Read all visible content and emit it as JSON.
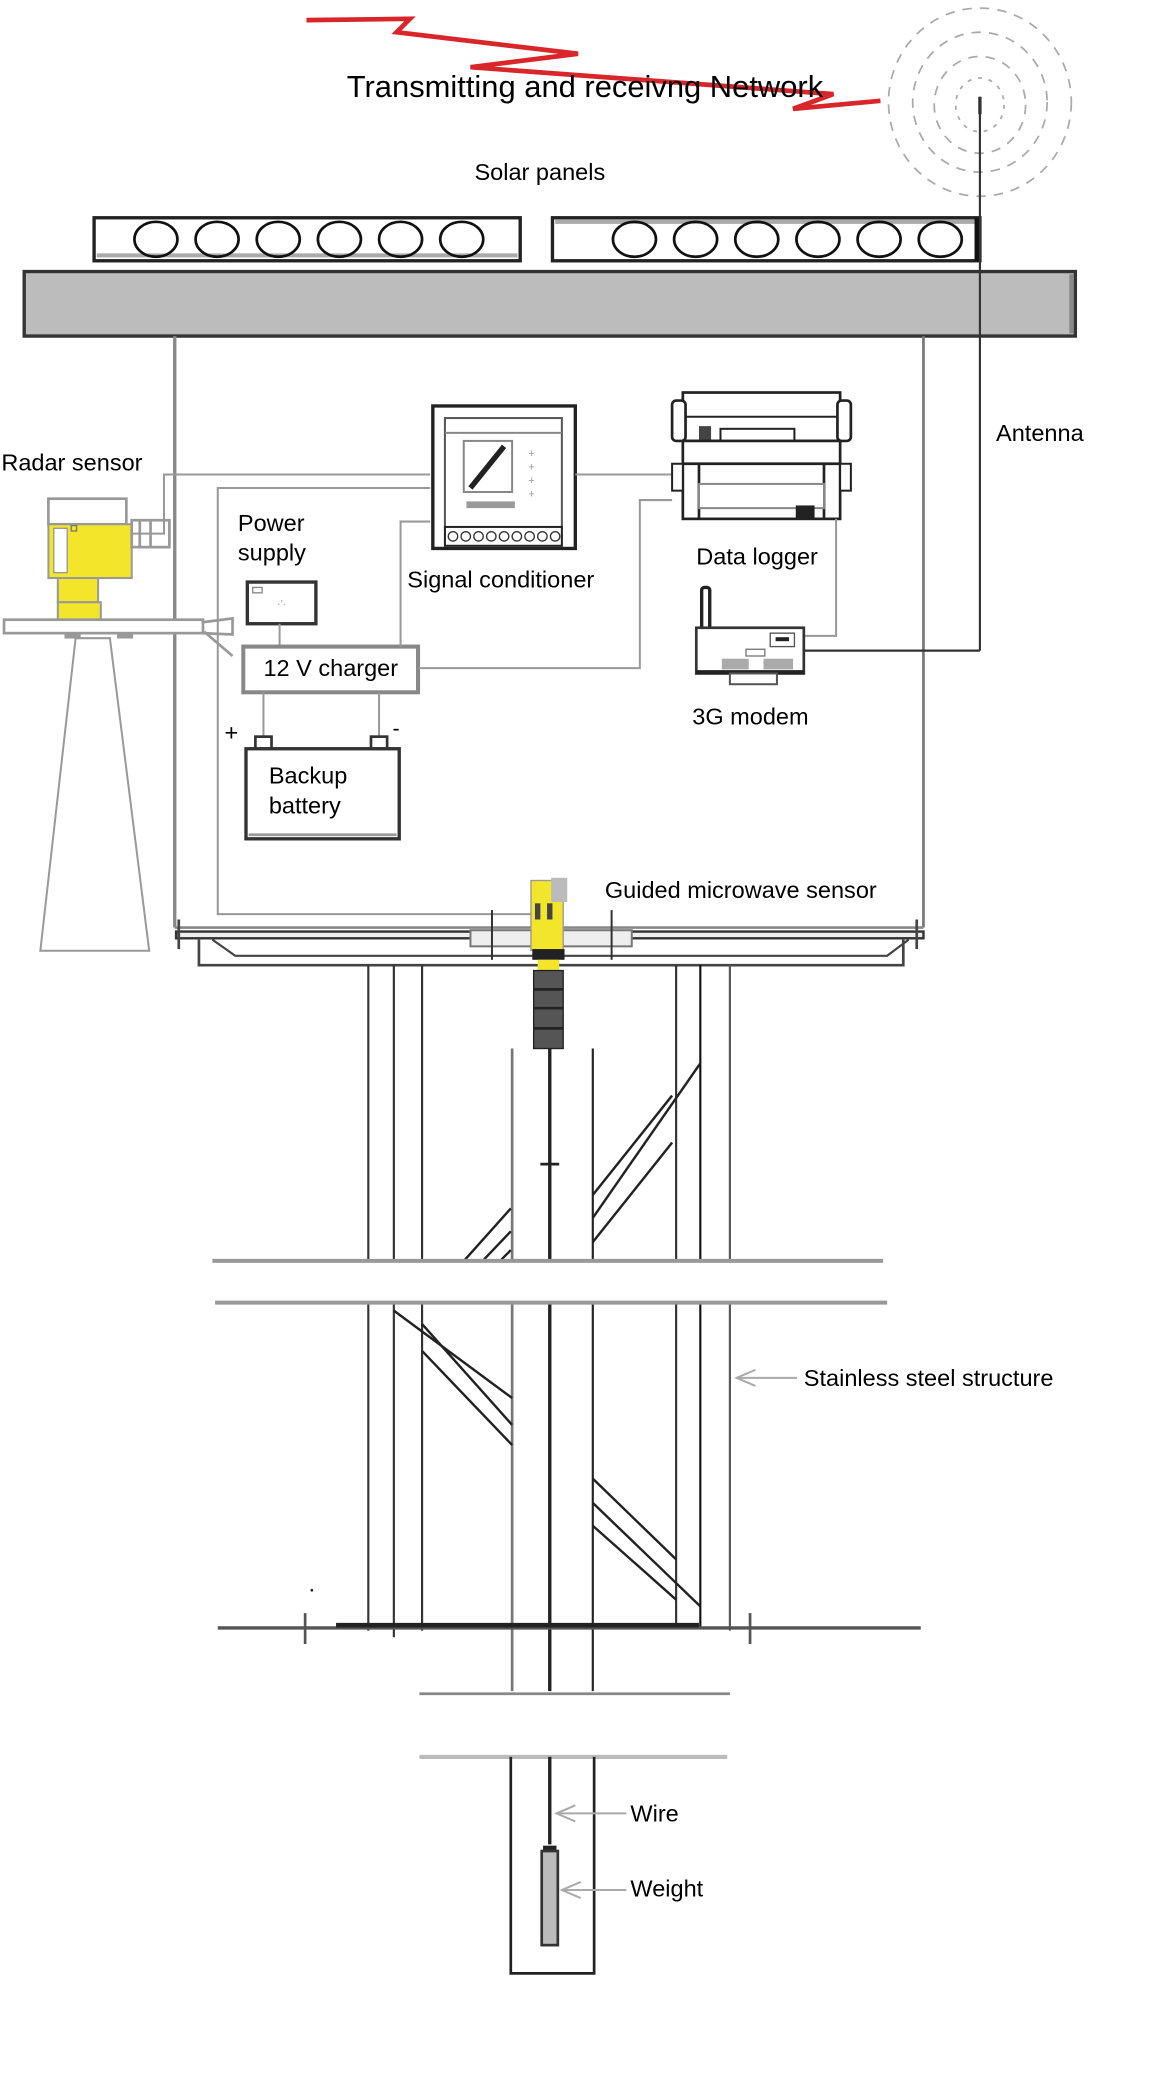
{
  "diagram": {
    "title": "Transmitting and receivng Network",
    "labels": {
      "solar_panels": "Solar panels",
      "antenna": "Antenna",
      "radar_sensor": "Radar sensor",
      "power_supply_line1": "Power",
      "power_supply_line2": "supply",
      "signal_conditioner": "Signal conditioner",
      "data_logger": "Data logger",
      "charger": "12 V charger",
      "battery_line1": "Backup",
      "battery_line2": "battery",
      "battery_plus": "+",
      "battery_minus": "-",
      "modem": "3G modem",
      "guided_microwave_sensor": "Guided microwave sensor",
      "stainless_steel_structure": "Stainless steel structure",
      "wire": "Wire",
      "weight": "Weight"
    },
    "colors": {
      "signal_bolt": "#d9262b",
      "sensor_yellow": "#f2e52a",
      "roof_gray": "#bcbcbc",
      "line_gray": "#999999",
      "line_dark": "#222222"
    },
    "solar_panel_cells_per_panel": 6,
    "solar_panel_count": 2
  }
}
